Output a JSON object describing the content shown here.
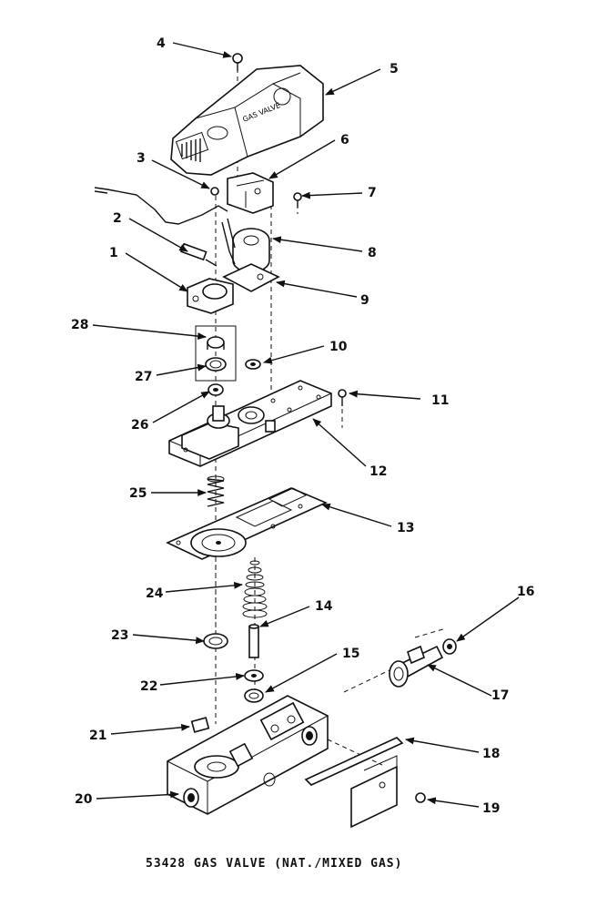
{
  "caption": "53428 GAS VALVE (NAT./MIXED GAS)",
  "cover_badge": "GAS VALVE",
  "callouts": [
    {
      "id": "c1",
      "label": "1"
    },
    {
      "id": "c2",
      "label": "2"
    },
    {
      "id": "c3",
      "label": "3"
    },
    {
      "id": "c4",
      "label": "4"
    },
    {
      "id": "c5",
      "label": "5"
    },
    {
      "id": "c6",
      "label": "6"
    },
    {
      "id": "c7",
      "label": "7"
    },
    {
      "id": "c8",
      "label": "8"
    },
    {
      "id": "c9",
      "label": "9"
    },
    {
      "id": "c10",
      "label": "10"
    },
    {
      "id": "c11",
      "label": "11"
    },
    {
      "id": "c12",
      "label": "12"
    },
    {
      "id": "c13",
      "label": "13"
    },
    {
      "id": "c14",
      "label": "14"
    },
    {
      "id": "c15",
      "label": "15"
    },
    {
      "id": "c16",
      "label": "16"
    },
    {
      "id": "c17",
      "label": "17"
    },
    {
      "id": "c18",
      "label": "18"
    },
    {
      "id": "c19",
      "label": "19"
    },
    {
      "id": "c20",
      "label": "20"
    },
    {
      "id": "c21",
      "label": "21"
    },
    {
      "id": "c22",
      "label": "22"
    },
    {
      "id": "c23",
      "label": "23"
    },
    {
      "id": "c24",
      "label": "24"
    },
    {
      "id": "c25",
      "label": "25"
    },
    {
      "id": "c26",
      "label": "26"
    },
    {
      "id": "c27",
      "label": "27"
    },
    {
      "id": "c28",
      "label": "28"
    }
  ]
}
